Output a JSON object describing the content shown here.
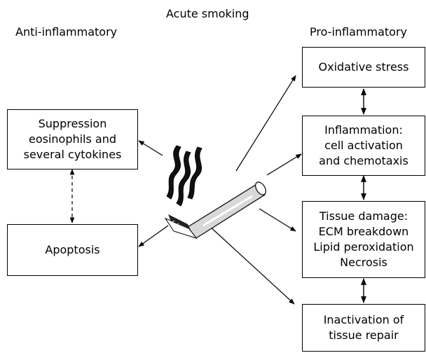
{
  "diagram": {
    "title": "Acute smoking",
    "left_heading": "Anti-inflammatory",
    "right_heading": "Pro-inflammatory",
    "nodes": {
      "suppression": [
        "Suppression",
        "eosinophils and",
        "several cytokines"
      ],
      "apoptosis": [
        "Apoptosis"
      ],
      "oxidative_stress": [
        "Oxidative stress"
      ],
      "inflammation": [
        "Inflammation:",
        "cell activation",
        "and chemotaxis"
      ],
      "tissue_damage": [
        "Tissue damage:",
        "ECM breakdown",
        "Lipid peroxidation",
        "Necrosis"
      ],
      "inactivation": [
        "Inactivation of",
        "tissue repair"
      ]
    },
    "colors": {
      "stroke": "#000000",
      "background": "#ffffff"
    },
    "icons": [
      "cigarette-icon",
      "smoke-icon"
    ]
  }
}
